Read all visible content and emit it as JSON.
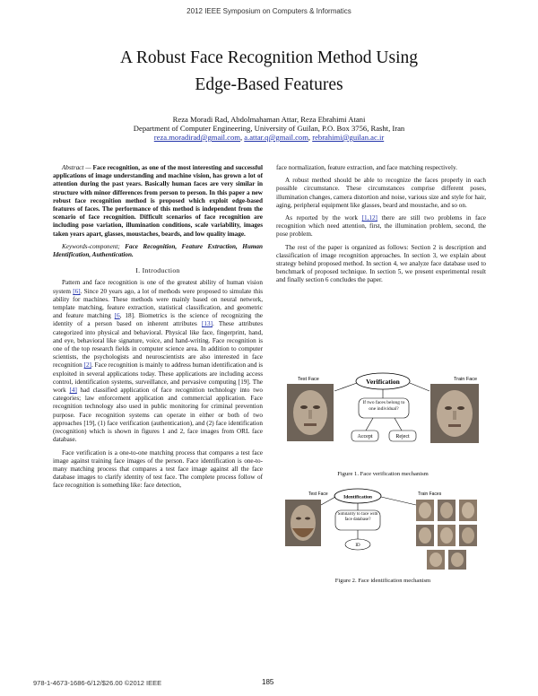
{
  "header": {
    "conference": "2012 IEEE Symposium on Computers & Informatics"
  },
  "title_line1": "A Robust Face Recognition Method Using",
  "title_line2": "Edge-Based Features",
  "authors": {
    "names": "Reza Moradi Rad, Abdolmahaman Attar, Reza Ebrahimi Atani",
    "affiliation": "Department of Computer Engineering, University of Guilan, P.O. Box 3756, Rasht, Iran",
    "email1": "reza.moradirad@gmail.com",
    "email_sep1": ", ",
    "email2": "a.attar.q@gmail.com",
    "email_sep2": ", ",
    "email3": "rebrahimi@guilan.ac.ir"
  },
  "left": {
    "abstract_label": "Abstract —",
    "abstract_text": " Face recognition, as one of the most interesting and successful applications of image understanding and machine vision, has grown a lot of attention during the past years. Basically human faces are very similar in structure with minor differences from person to person. In this paper a new robust face recognition method is proposed which exploit edge-based features of faces. The performance of this method is independent from the scenario of face recognition. Difficult scenarios of face recognition are including pose variation, illumination conditions, scale variability, images taken years apart, glasses, moustaches, beards, and low quality image.",
    "keywords_label": "Keywords-component;",
    "keywords_text": " Face Recognition, Feature Extraction, Human Identification, Authentication.",
    "section1": "I.    Introduction",
    "p1a": "Pattern and face recognition is one of the greatest ability of human vision system ",
    "p1_ref1": "[6]",
    "p1b": ". Since 20 years ago, a lot of methods were proposed to simulate this ability for machines. These methods were mainly based on neural network, template matching, feature extraction, statistical classification, and geometric and feature matching ",
    "p1_ref2": "[6",
    "p1c": ", 18]. Biometrics is the science of recognizing the identity of a person based on inherent attributes ",
    "p1_ref3": "[13]",
    "p1d": ". These attributes categorized into physical and behavioral. Physical like face, fingerprint, hand, and eye, behavioral like signature, voice, and hand-writing. Face recognition is one of the top research fields in computer science area. In addition to computer scientists, the psychologists and neuroscientists are also interested in face recognition ",
    "p1_ref4": "[2]",
    "p1e": ". Face recognition is mainly to address human identification and is exploited in several applications today. These applications are including access control, identification systems, surveillance, and pervasive computing [19]. The work ",
    "p1_ref5": "[4]",
    "p1f": " had classified application of face recognition technology into two categories; law enforcement application and commercial application. Face recognition technology also used in public monitoring for criminal prevention purpose. Face recognition systems can operate in either or both of two approaches [19], (1) face verification (authentication), and (2) face identification (recognition) which is shown in figures 1 and 2, face images from ORL face database.",
    "p2": "Face verification is a one-to-one matching process that compares a test face image against training face images of the person. Face identification is one-to-many matching process that compares a test face image against all the face database images to clarify identity of test face. The complete process follow of face recognition is something like: face detection,"
  },
  "right": {
    "p0": "face normalization, feature extraction, and face matching respectively.",
    "p1": "A robust method should be able to recognize the faces properly in each possible circumstance. These circumstances comprise different poses, illumination changes, camera distortion and noise, various size and style for hair, aging, peripheral equipment like glasses, beard and moustache, and so on.",
    "p2a": "As reported by the work ",
    "p2_ref": "[1,12]",
    "p2b": " there are still two problems in face recognition which need attention, first, the illumination problem, second, the pose problem.",
    "p3": "The rest of the paper is organized as follows: Section 2 is description and classification of image recognition approaches. In section 3, we explain about strategy behind proposed method. In section 4, we analyze face database used to benchmark of proposed technique. In section 5, we present experimental result and finally section 6 concludes the paper.",
    "fig1": {
      "test_face": "Test Face",
      "train_face": "Train Face",
      "verification": "Verification",
      "question": "If two faces belong to one individual?",
      "accept": "Accept",
      "reject": "Reject",
      "caption": "Figure 1.   Face verification mechanism"
    },
    "fig2": {
      "test_face": "Test Face",
      "identification": "Identification",
      "question": "Similarity to face with face database?",
      "result": "ID",
      "train_faces": "Train Faces",
      "caption": "Figure 2.   Face identification mechanism"
    }
  },
  "footer": {
    "isbn": "978-1-4673-1686-6/12/$26.00 ©2012 IEEE",
    "page": "185"
  }
}
